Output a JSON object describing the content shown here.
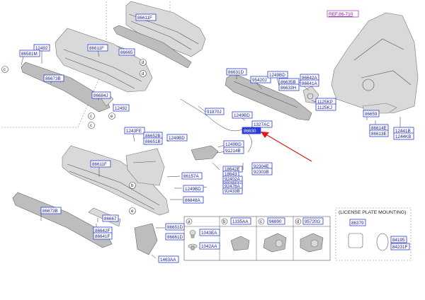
{
  "ref": "REF.86-710",
  "highlight_part": "86630",
  "labels": {
    "p86611f_top": "86611F",
    "p86665": "86665",
    "p12492_a": "12492",
    "p86581m": "86581M",
    "p86611f_mid": "86611F",
    "p86673b_top": "86673B",
    "p86684j": "86684J",
    "p12492_b": "12492",
    "p86631d": "86631D",
    "p95420j": "95420J",
    "p1249bd_a": "1249BD",
    "p86635b": "86635B",
    "p86633h": "86633H",
    "p86642a": "86642A",
    "p86641a": "86641A",
    "p1125kp": "1125KP",
    "p1125kj": "1125KJ",
    "p86659": "86659",
    "p86614e": "86614E",
    "p86613e": "86613E",
    "p12441b": "12441B",
    "p1244kb": "1244KB",
    "p91870j": "91870J",
    "p1249bd_b": "1249BD",
    "p1327ac": "1327AC",
    "p86630": "86630",
    "p1243fe": "1243FE",
    "p86652b": "86652B",
    "p86651b": "86651B",
    "p1249bd_c": "1249BD",
    "p1249bd_d": "1249BD",
    "p91214b": "91214B",
    "p86611f_bot": "86611F",
    "p18642e": "18642E",
    "p18643": "18643",
    "p92402a": "92402A",
    "p92401a": "92401A",
    "p92304e": "92304E",
    "p92303b": "92303B",
    "p86157a": "86157A",
    "p1249bd_e": "1249BD",
    "p92476a": "92476A",
    "p92433b": "92433B",
    "p86848a": "86848A",
    "p86673b_bot": "86673B",
    "p86667": "86667",
    "p86642f": "86642F",
    "p86641f": "86641F",
    "p86651d": "86651D",
    "p86661d": "86661D",
    "p1463aa": "1463AA",
    "p1043ea": "1043EA",
    "p1042aa": "1042AA",
    "p1335aa": "1335AA",
    "p96890": "96890",
    "p95720g": "95720G",
    "p86379": "86379",
    "p84195": "84195",
    "p84231f": "84231F"
  },
  "callouts": {
    "a": "a",
    "b": "b",
    "c": "c",
    "d": "d",
    "e": "e"
  },
  "license_panel_title": "(LICENSE PLATE MOUNTING)"
}
